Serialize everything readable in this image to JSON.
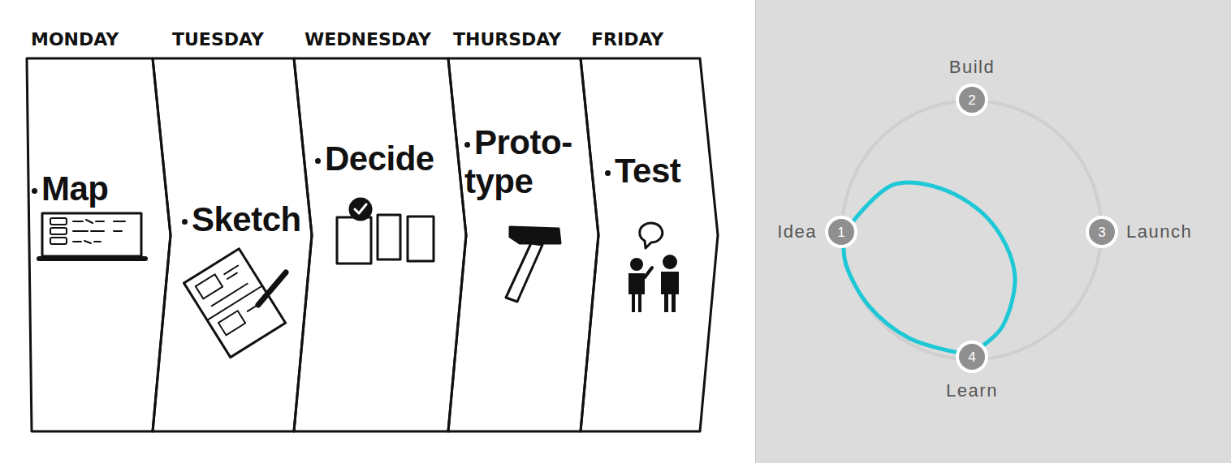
{
  "diagram": {
    "nodes": [
      {
        "text": [
          "MONDAY",
          "Map"
        ]
      },
      {
        "text": [
          "TUESDAY",
          "Sketch"
        ]
      },
      {
        "text": [
          "WEDNESDAY",
          "Decide"
        ]
      },
      {
        "text": [
          "THURSDAY",
          "Proto- type"
        ]
      },
      {
        "text": [
          "FRIDAY",
          "Test"
        ]
      },
      {
        "text": [
          "1",
          "Idea"
        ]
      },
      {
        "text": [
          "2",
          "Build"
        ]
      },
      {
        "text": [
          "3",
          "Launch"
        ]
      },
      {
        "text": [
          "4",
          "Learn"
        ]
      }
    ],
    "edges": [
      {
        "from": 5,
        "to": 6,
        "arrow": "none"
      },
      {
        "from": 6,
        "to": 7,
        "arrow": "none"
      },
      {
        "from": 7,
        "to": 8,
        "arrow": "none"
      },
      {
        "from": 8,
        "to": 5,
        "arrow": "none"
      },
      {
        "from": 5,
        "to": 8,
        "arrow": "none"
      },
      {
        "from": 8,
        "to": 5,
        "arrow": "none"
      }
    ]
  }
}
